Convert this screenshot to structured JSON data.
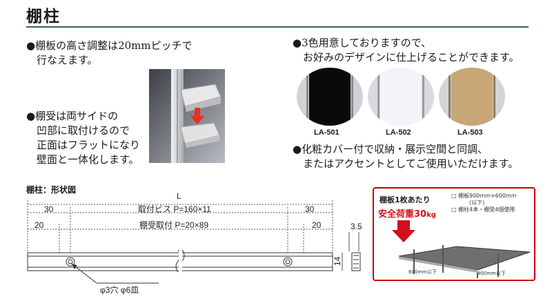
{
  "title": "棚柱",
  "left_bullets": {
    "b1": [
      "●棚板の高さ調整は20mmピッチで",
      "行なえます。"
    ],
    "b2": [
      "●棚受は両サイドの",
      "凹部に取付けるので",
      "正面はフラットになり",
      "壁面と一体化します。"
    ]
  },
  "right_bullets": {
    "b1": [
      "●3色用意しておりますので、",
      "お好みのデザインに仕上げることができます。"
    ],
    "b2": [
      "●化粧カバー付で収納・展示空間と同調、",
      "またはアクセントとしてご使用いただけます。"
    ]
  },
  "colors": [
    {
      "code": "LA-501",
      "color": "#0a0a0a"
    },
    {
      "code": "LA-502",
      "color": "#ececf0"
    },
    {
      "code": "LA-503",
      "color": "#c9a676"
    }
  ],
  "diagram": {
    "heading": "棚柱：形状図",
    "L": "L",
    "screw_row": {
      "left": "30",
      "label": "取付ビス P=160×11",
      "right": "30"
    },
    "bracket_row": {
      "left": "20",
      "label": "棚受取付 P=20×89",
      "right": "20"
    },
    "depth": "3.5",
    "height": "14",
    "hole_note": "φ3穴  φ6皿"
  },
  "load_card": {
    "head": "棚板1枚あたり",
    "load": "安全荷重30",
    "unit": "kg",
    "notes": [
      "棚板900mm×600mm",
      "(以下)",
      "棚柱4本・棚受4個使用"
    ],
    "dim_depth": "600mm以下",
    "dim_width": "900mm以下"
  }
}
